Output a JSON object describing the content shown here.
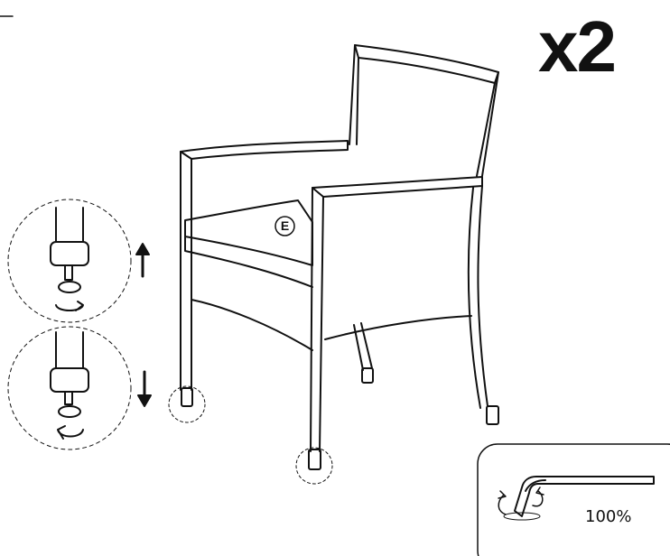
{
  "quantity_label": "x2",
  "part_label": "E",
  "tool": {
    "icon": "allen-key-icon",
    "tightness_label": "100%"
  },
  "steps": [
    {
      "icon": "glide-foot-detail-icon",
      "direction_icon": "arrow-up-icon"
    },
    {
      "icon": "glide-foot-detail-icon",
      "direction_icon": "arrow-down-icon"
    }
  ],
  "colors": {
    "line": "#111111",
    "background": "#ffffff"
  }
}
